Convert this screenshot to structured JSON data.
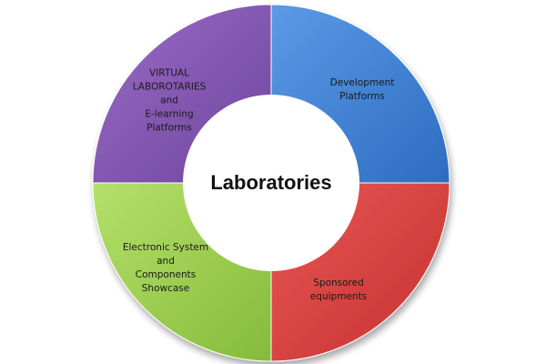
{
  "center_title": "Laboratories",
  "segments": [
    {
      "id": "development-platforms",
      "lines": [
        "Development",
        "Platforms"
      ],
      "color": "#3b7fd4"
    },
    {
      "id": "sponsored-equipments",
      "lines": [
        "Sponsored",
        "equipments"
      ],
      "color": "#d63c3c"
    },
    {
      "id": "electronic-system-showcase",
      "lines": [
        "Electronic System",
        "and",
        "Components",
        "Showcase"
      ],
      "color": "#98cc4a"
    },
    {
      "id": "virtual-laboratories",
      "lines": [
        "VIRTUAL",
        "LABOROTARIES",
        "and",
        "E-learning",
        "Platforms"
      ],
      "color": "#8454b0"
    }
  ]
}
